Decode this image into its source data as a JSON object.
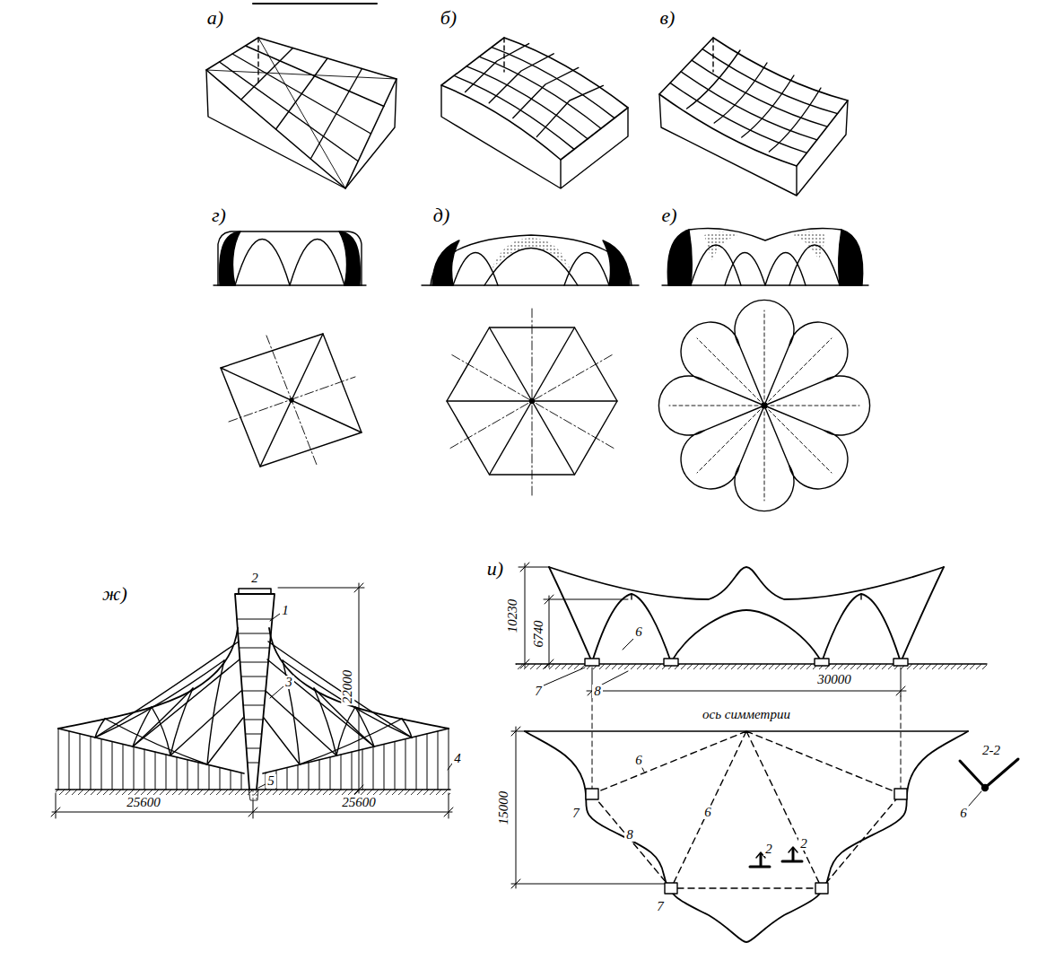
{
  "diagram": {
    "labels": [
      "а)",
      "б)",
      "в)",
      "г)",
      "д)",
      "е)",
      "ж)",
      "и)",
      "2",
      "1",
      "3",
      "22000",
      "4",
      "5",
      "25600",
      "25600",
      "10230",
      "6740",
      "6",
      "7",
      "8",
      "30000",
      "ось симметрии",
      "6",
      "8",
      "6",
      "7",
      "7",
      "2",
      "2",
      "15000",
      "2-2",
      "6"
    ]
  }
}
